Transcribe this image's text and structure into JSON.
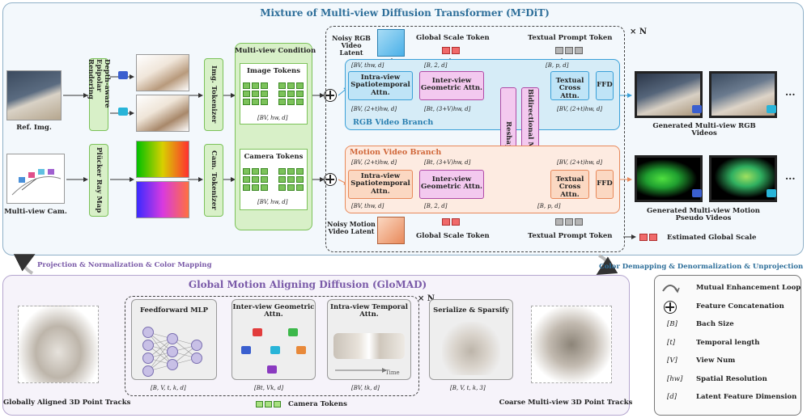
{
  "header": {
    "title": "Mixture of Multi-view Diffusion Transformer (M²DiT)",
    "glomad_title": "Global Motion Aligning Diffusion (GloMAD)"
  },
  "inputs": {
    "ref_img": "Ref. Img.",
    "mv_cam": "Multi-view Cam.",
    "depth_render": "Depth-aware Epipolar Rendering",
    "plucker": "Plücker Ray Map",
    "img_tokenizer": "Img. Tokenizer",
    "cam_tokenizer": "Cam. Tokenizer"
  },
  "condition": {
    "title": "Multi-view Condition",
    "image_tokens": "Image Tokens",
    "camera_tokens": "Camera Tokens",
    "shape": "[BV, hw, d]"
  },
  "rgb_branch": {
    "label": "RGB Video Branch",
    "noisy_latent": "Noisy RGB Video Latent",
    "scale_token": "Global Scale Token",
    "prompt_token": "Textual Prompt Token",
    "intra": "Intra-view Spatiotemporal Attn.",
    "inter": "Inter-view Geometric Attn.",
    "cross": "Textual Cross Attn.",
    "ffd": "FFD",
    "dim_in": "[BV, thw, d]",
    "dim_scale": "[B, 2, d]",
    "dim_prompt": "[B, p, d]",
    "dim_out1": "[BV, (2+t)hw, d]",
    "dim_out2": "[Bt, (3+V)hw, d]"
  },
  "motion_branch": {
    "label": "Motion Video Branch",
    "noisy_latent": "Noisy Motion Video Latent",
    "scale_token": "Global Scale Token",
    "prompt_token": "Textual Prompt Token",
    "intra": "Intra-view Spatiotemporal Attn.",
    "inter": "Inter-view Geometric Attn.",
    "cross": "Textual Cross Attn.",
    "ffd": "FFD",
    "dim_a": "[BV, (2+t)hw, d]",
    "dim_b": "[Bt, (3+V)hw, d]",
    "dim_c": "[BV, (2+t)hw, d]",
    "dim_d": "[BV, thw, d]",
    "dim_e": "[B, 2, d]",
    "dim_f": "[B, p, d]"
  },
  "middle": {
    "reshape": "Reshape",
    "modulation": "Bidirectional Modulation",
    "times_n": "× N"
  },
  "outputs": {
    "rgb_videos": "Generated Multi-view RGB Videos",
    "motion_videos": "Generated Multi-view Motion Pseudo Videos",
    "estimated_scale": "Estimated Global Scale",
    "ellipsis": "..."
  },
  "transitions": {
    "left": "Projection & Normalization & Color Mapping",
    "right": "Color Demapping & Denormalization  & Unprojection"
  },
  "glomad": {
    "times_n": "× N",
    "mlp": "Feedforward MLP",
    "inter": "Inter-view Geometric Attn.",
    "intra": "Intra-view Temporal Attn.",
    "serialize": "Serialize & Sparsify",
    "time": "Time",
    "dim_mlp": "[B, V, t, k, d]",
    "dim_inter": "[Bt, Vk, d]",
    "dim_intra": "[BV, tk, d]",
    "dim_ser": "[B, V, t, k, 3]",
    "camera_tokens": "Camera Tokens",
    "aligned": "Globally Aligned 3D Point Tracks",
    "coarse": "Coarse Multi-view 3D Point Tracks"
  },
  "legend": [
    {
      "sym": "",
      "text": "Mutual Enhancement Loop"
    },
    {
      "sym": "",
      "text": "Feature Concatenation"
    },
    {
      "sym": "[B]",
      "text": "Bach Size"
    },
    {
      "sym": "[t]",
      "text": "Temporal length"
    },
    {
      "sym": "[V]",
      "text": "View Num"
    },
    {
      "sym": "[hw]",
      "text": "Spatial Resolution"
    },
    {
      "sym": "[d]",
      "text": "Latent Feature Dimension"
    }
  ],
  "colors": {
    "green": "#7cc25a",
    "blue": "#3aa0d8",
    "orange": "#e8895a",
    "pink": "#b04aa6",
    "purple": "#7a6fb0",
    "red_token": "#f06a6a"
  }
}
